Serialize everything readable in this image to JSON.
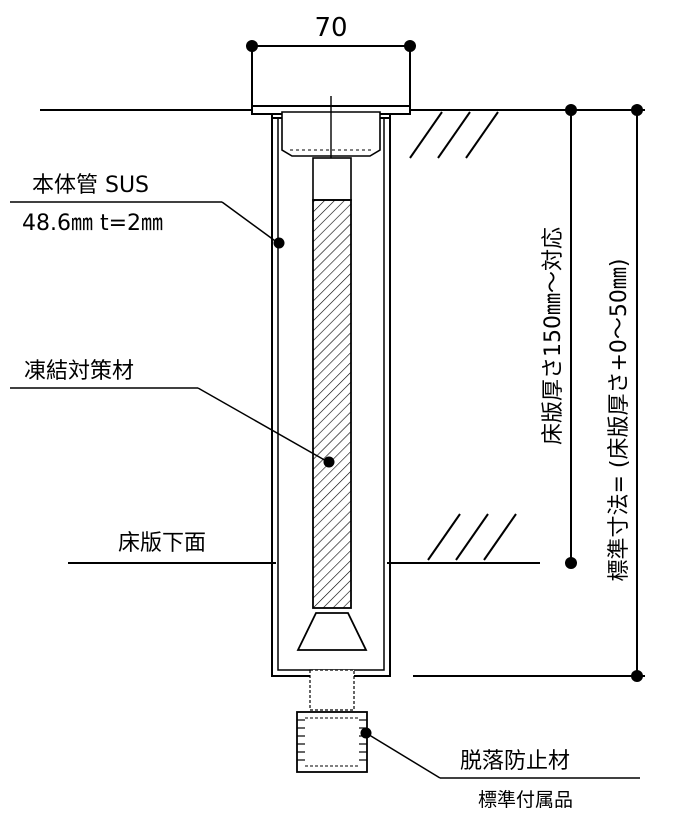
{
  "dimensions": {
    "top_width": "70",
    "slab_thickness": "床版厚さ150㎜～対応",
    "standard_size": "標準寸法= (床版厚さ+0～50㎜)"
  },
  "labels": {
    "body_pipe": "本体管 SUS",
    "body_pipe_spec": "48.6㎜ t=2㎜",
    "antifreeze": "凍結対策材",
    "slab_bottom": "床版下面",
    "fall_prevention": "脱落防止材",
    "standard_accessory": "標準付属品"
  }
}
